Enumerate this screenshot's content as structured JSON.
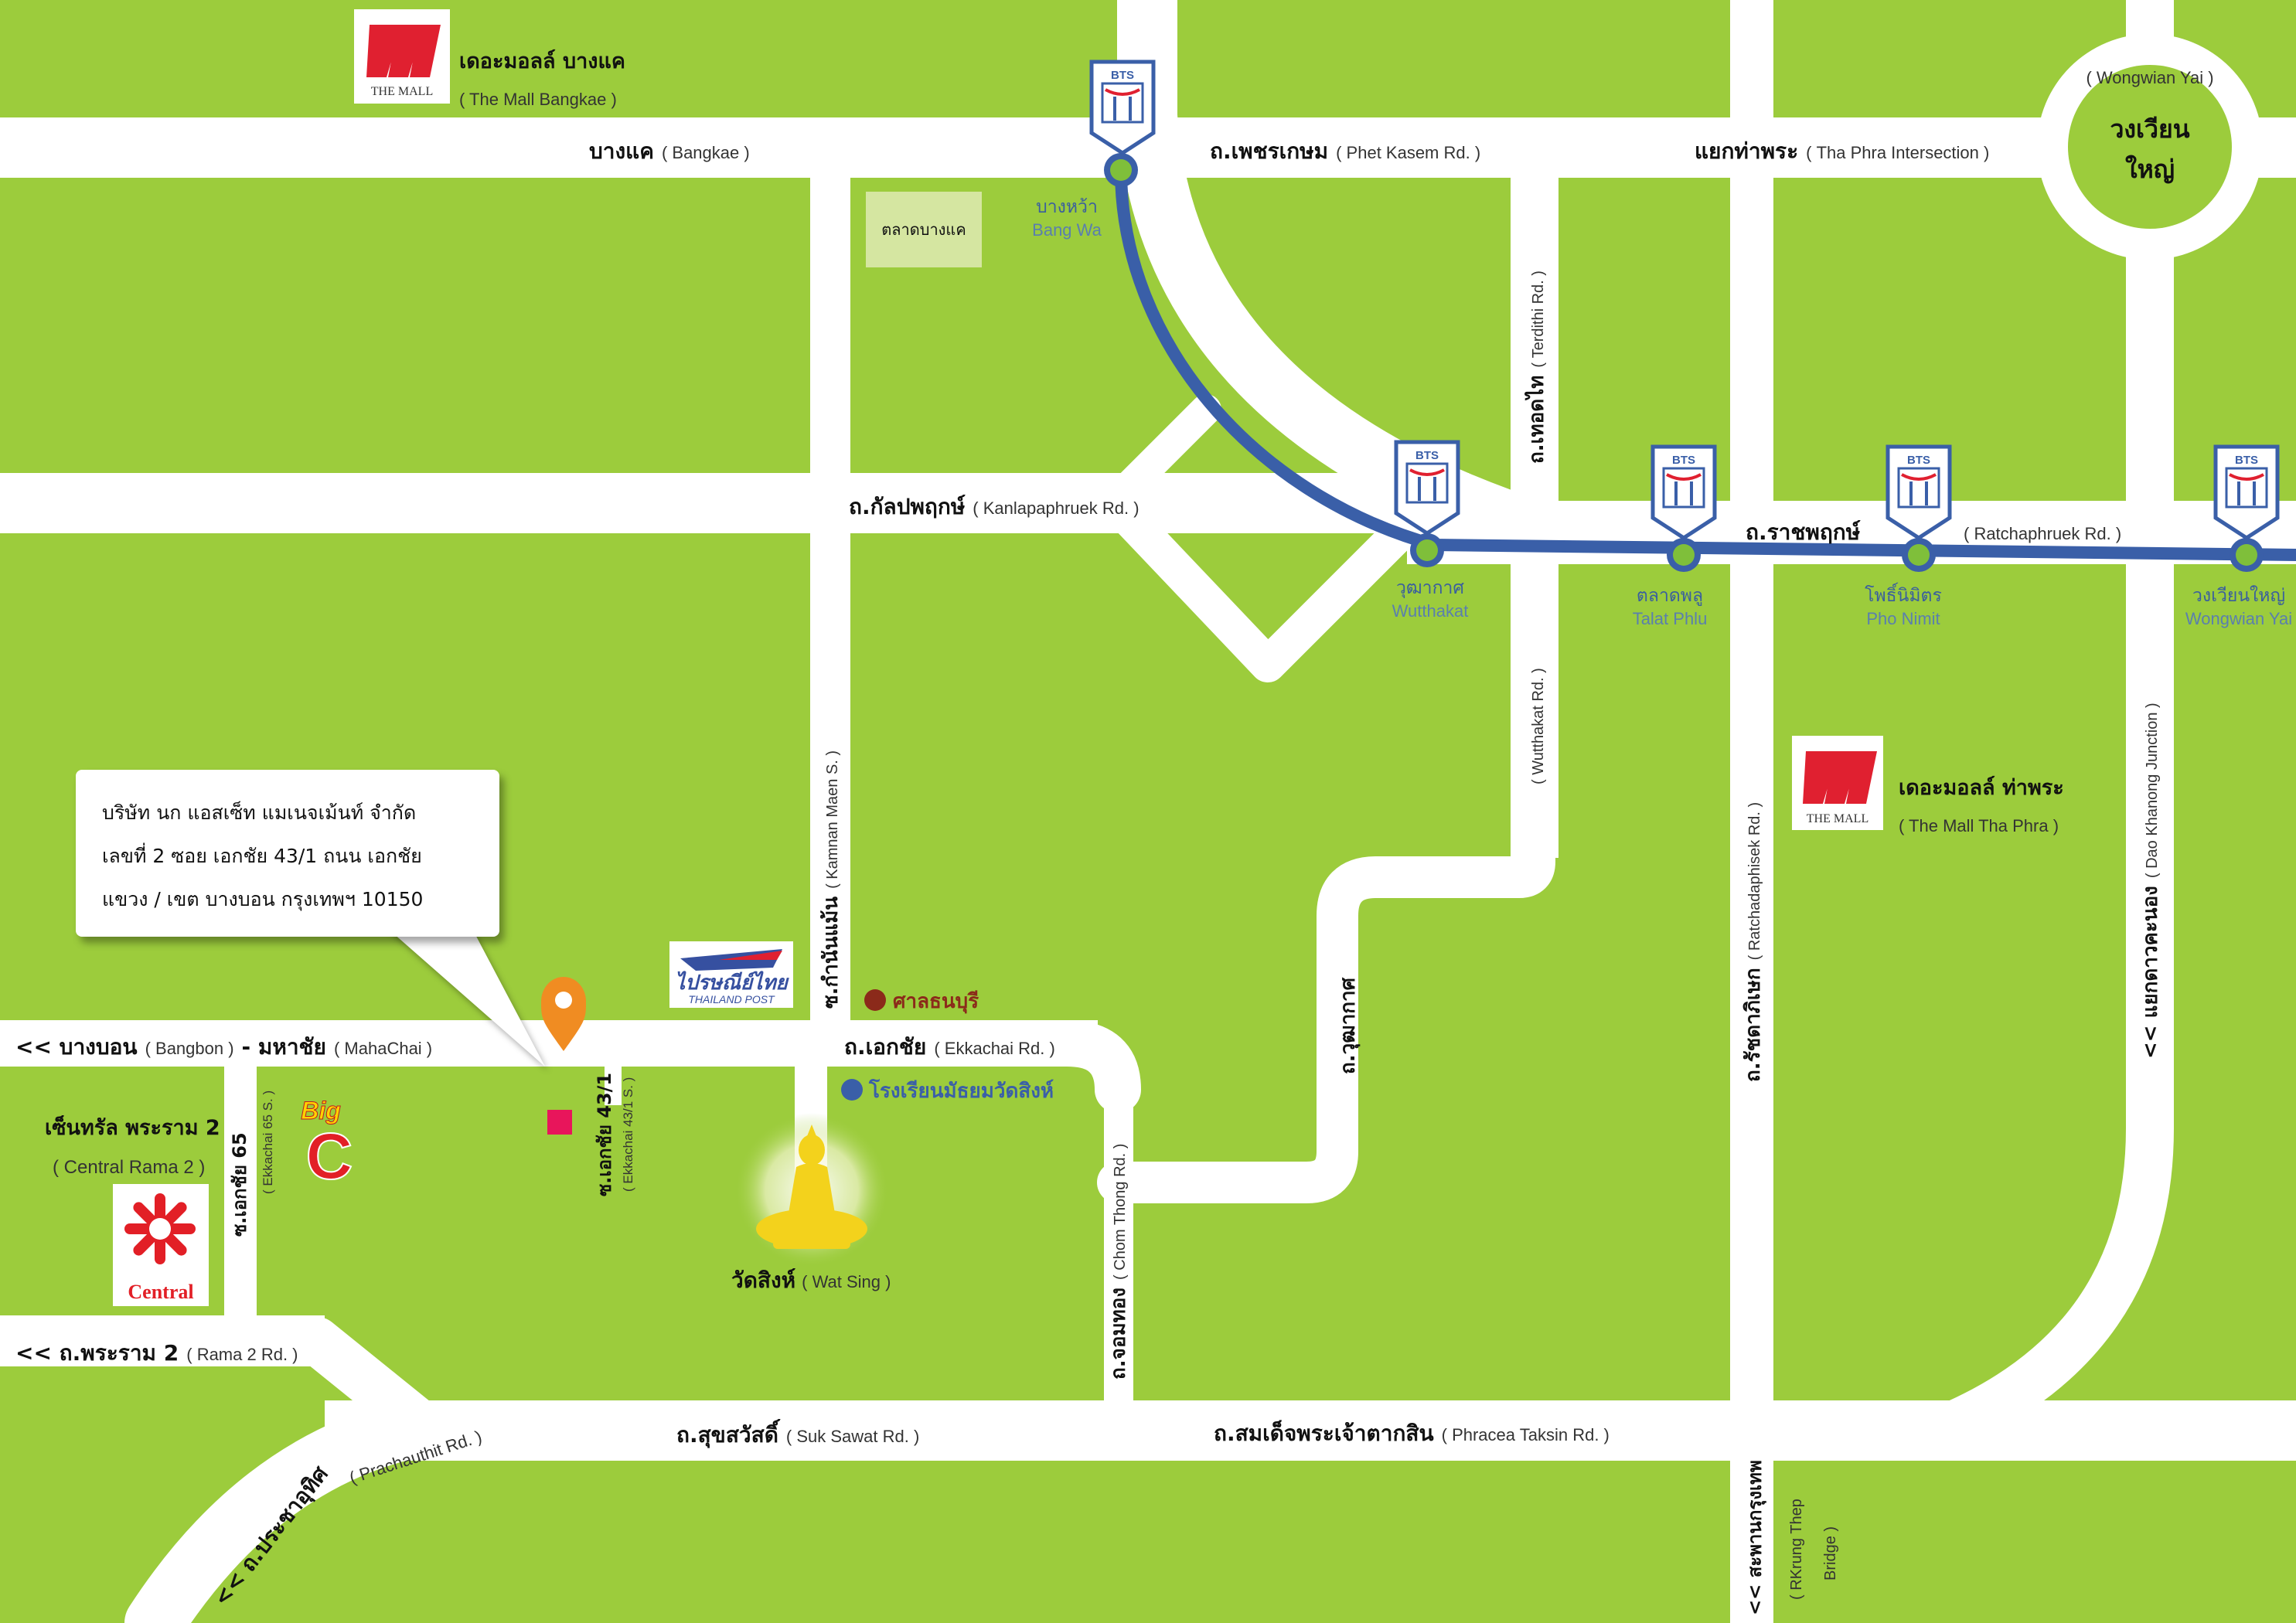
{
  "company": {
    "name": "บริษัท นก แอสเซ็ท แมเนจเม้นท์ จำกัด",
    "address_line1": "เลขที่ 2 ซอย เอกชัย 43/1 ถนน เอกชัย",
    "address_line2": "แขวง / เขต บางบอน กรุงเทพฯ 10150"
  },
  "colors": {
    "grass": "#9ccc3c",
    "road": "#ffffff",
    "bts_line": "#3a5fa8",
    "station": "#7fbf3a",
    "pin": "#f08c22",
    "marker": "#e8155b"
  },
  "roads": {
    "bangkae_th": "บางแค",
    "bangkae_en": "( Bangkae )",
    "phet_kasem_th": "ถ.เพชรเกษม",
    "phet_kasem_en": "( Phet Kasem Rd. )",
    "tha_phra_th": "แยกท่าพระ",
    "tha_phra_en": "( Tha Phra Intersection )",
    "wongwian_en": "( Wongwian Yai )",
    "wongwian_th1": "วงเวียน",
    "wongwian_th2": "ใหญ่",
    "kanlapa_th": "ถ.กัลปพฤกษ์",
    "kanlapa_en": "( Kanlapaphruek Rd. )",
    "ratchaphruek_th": "ถ.ราชพฤกษ์",
    "ratchaphruek_en": "( Ratchaphruek Rd. )",
    "terdithi_th": "ถ.เทอดไท",
    "terdithi_en": "( Terdithi Rd. )",
    "wutthakat_road_en": "( Wutthakat Rd. )",
    "wutthakat_road_th": "ถ.วุฒากาศ",
    "kamnan_th": "ซ.กำนันแม้น",
    "kamnan_en": "( Kamnan Maen S. )",
    "ratchada_th": "ถ.รัชดาภิเษก",
    "ratchada_en": "( Ratchadaphisek Rd. )",
    "dao_khanong_th": "<< แยกดาวคะนอง",
    "dao_khanong_en": "( Dao Khanong Junction )",
    "bangbon_th": "<< บางบอน",
    "bangbon_en": "( Bangbon )",
    "mahachai_th": "- มหาชัย",
    "mahachai_en": "( MahaChai )",
    "ekkachai_th": "ถ.เอกชัย",
    "ekkachai_en": "( Ekkachai Rd. )",
    "soi43_th": "ซ.เอกชัย 43/1",
    "soi43_en": "( Ekkachai 43/1 S. )",
    "soi65_th": "ซ.เอกชัย 65",
    "soi65_en": "( Ekkachai 65 S. )",
    "chom_thong_th": "ถ.จอมทอง",
    "chom_thong_en": "( Chom Thong Rd. )",
    "rama2_th": "<< ถ.พระราม 2",
    "rama2_en": "( Rama 2 Rd. )",
    "suk_sawat_th": "ถ.สุขสวัสดิ์",
    "suk_sawat_en": "( Suk Sawat Rd. )",
    "taksin_th": "ถ.สมเด็จพระเจ้าตากสิน",
    "taksin_en": "( Phracea Taksin Rd. )",
    "prachauthit_th": "<< ถ.ประชาอุทิศ",
    "prachauthit_en": "( Prachauthit Rd. )",
    "krung_thep_th": "<< สะพานกรุงเทพ",
    "krung_thep_en1": "( RKrung Thep",
    "krung_thep_en2": "Bridge )"
  },
  "stations": [
    {
      "th": "บางหว้า",
      "en": "Bang Wa"
    },
    {
      "th": "วุฒากาศ",
      "en": "Wutthakat"
    },
    {
      "th": "ตลาดพลู",
      "en": "Talat Phlu"
    },
    {
      "th": "โพธิ์นิมิตร",
      "en": "Pho Nimit"
    },
    {
      "th": "วงเวียนใหญ่",
      "en": "Wongwian Yai"
    }
  ],
  "bts_icon_text": "BTS",
  "landmarks": {
    "mall_bangkae_th": "เดอะมอลล์ บางแค",
    "mall_bangkae_en": "( The Mall Bangkae )",
    "mall_thapra_th": "เดอะมอลล์ ท่าพระ",
    "mall_thapra_en": "( The Mall Tha Phra )",
    "the_mall_logo": "THE MALL",
    "talat_bangkae": "ตลาดบางแค",
    "thailand_post_th": "ไปรษณีย์ไทย",
    "thailand_post_en": "THAILAND POST",
    "court": "ศาลธนบุรี",
    "school": "โรงเรียนมัธยมวัดสิงห์",
    "wat_sing_th": "วัดสิงห์",
    "wat_sing_en": "( Wat Sing )",
    "central_th": "เซ็นทรัล พระราม 2",
    "central_en": "( Central Rama 2 )",
    "central_logo": "Central",
    "bigc_big": "Big",
    "bigc_c": "C"
  }
}
